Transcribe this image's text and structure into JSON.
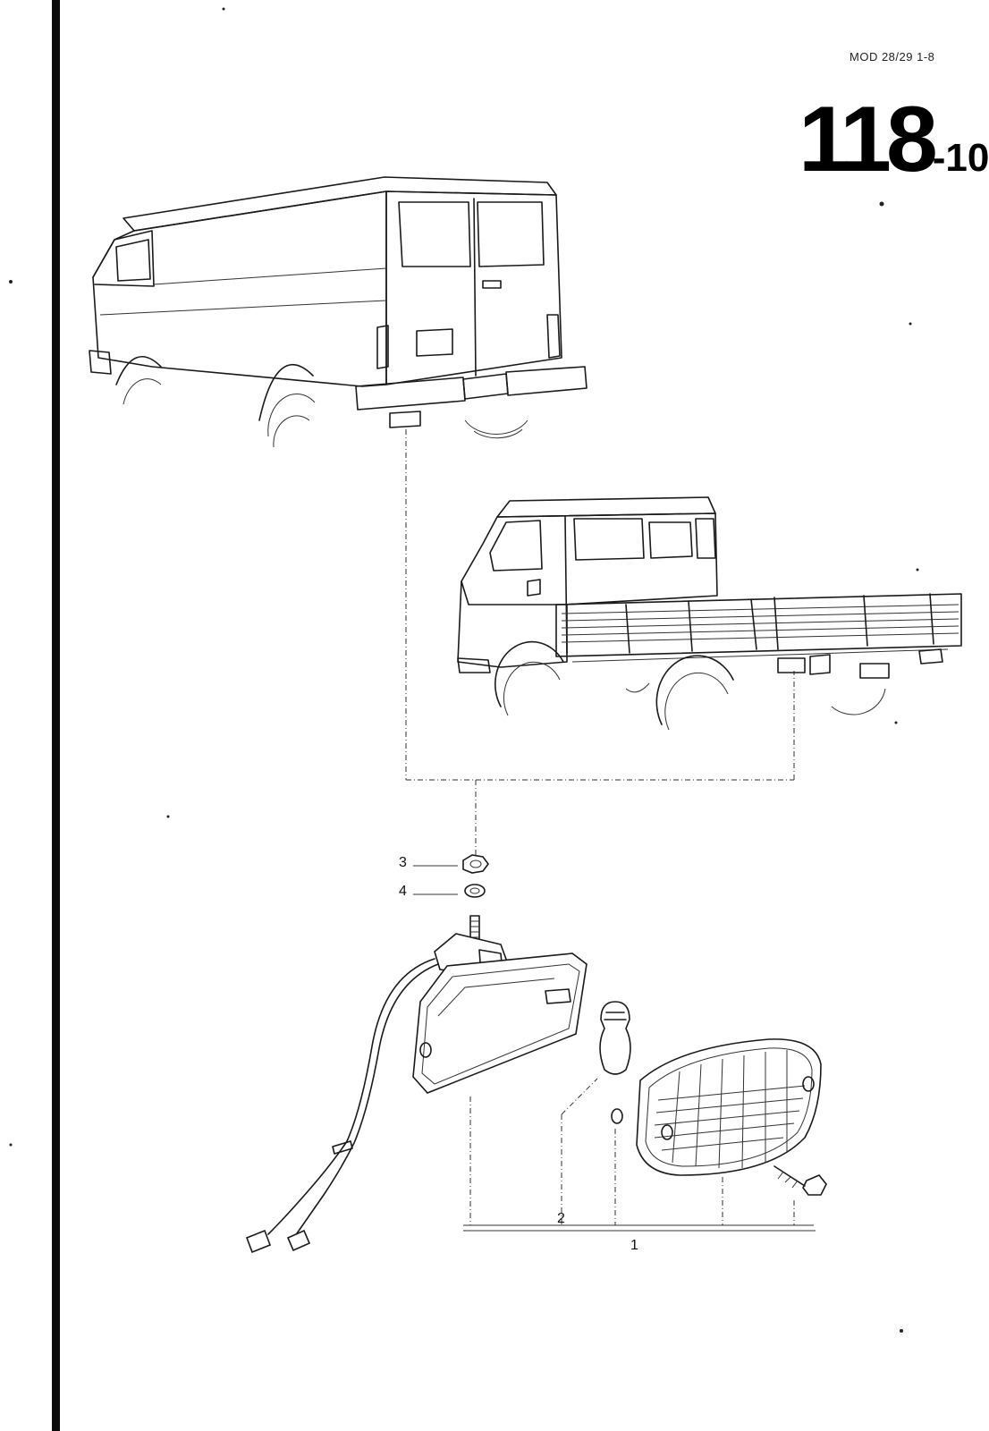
{
  "header": {
    "model_code": "MOD 28/29   1-8",
    "page_number": "118",
    "page_suffix": "-10"
  },
  "callouts": {
    "item_1": "1",
    "item_2": "2",
    "item_3": "3",
    "item_4": "4"
  },
  "illustrations": {
    "van": "van-rear-view-icon",
    "pickup": "double-cab-pickup-icon",
    "lamp": "rear-lamp-assembly-icon"
  },
  "colors": {
    "ink": "#1a1a1a",
    "paper": "#ffffff"
  }
}
